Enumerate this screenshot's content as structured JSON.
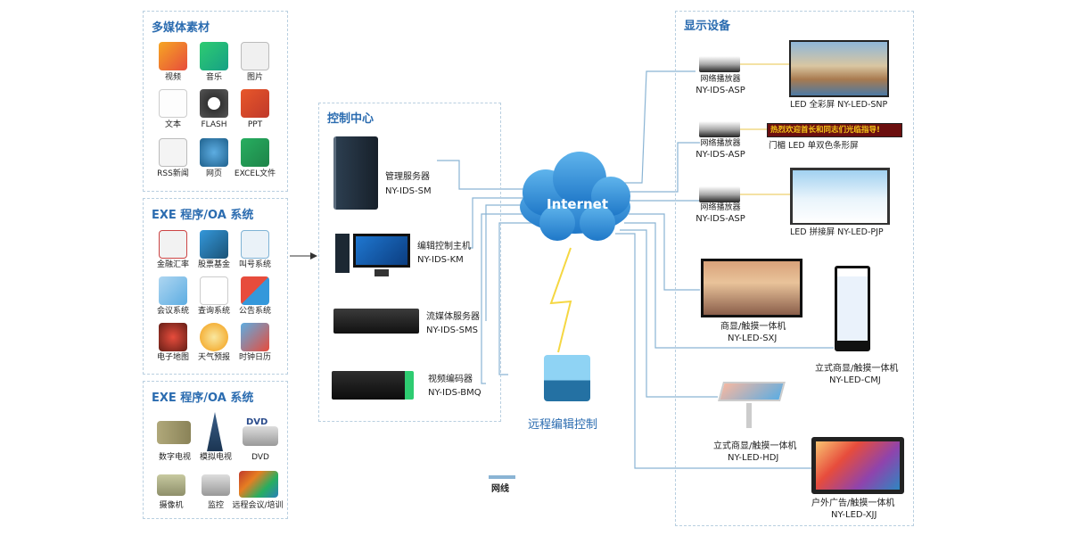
{
  "multimedia": {
    "title": "多媒体素材",
    "items": [
      "视频",
      "音乐",
      "图片",
      "文本",
      "FLASH",
      "PPT",
      "RSS新闻",
      "网页",
      "EXCEL文件"
    ]
  },
  "exe1": {
    "title": "EXE 程序/OA 系统",
    "items": [
      "金融汇率",
      "股票基金",
      "叫号系统",
      "会议系统",
      "查询系统",
      "公告系统",
      "电子地图",
      "天气预报",
      "时钟日历"
    ]
  },
  "exe2": {
    "title": "EXE 程序/OA 系统",
    "items": [
      "数字电视",
      "模拟电视",
      "DVD",
      "摄像机",
      "监控",
      "远程会议/培训"
    ],
    "dvd_logo": "DVD"
  },
  "control": {
    "title": "控制中心",
    "devices": [
      {
        "name": "管理服务器",
        "model": "NY-IDS-SM"
      },
      {
        "name": "编辑控制主机",
        "model": "NY-IDS-KM"
      },
      {
        "name": "流媒体服务器",
        "model": "NY-IDS-SMS"
      },
      {
        "name": "视频编码器",
        "model": "NY-IDS-BMQ"
      }
    ]
  },
  "internet": "Internet",
  "remote": "远程编辑控制",
  "legend": "网线",
  "display": {
    "title": "显示设备",
    "players": [
      {
        "name": "网络播放器",
        "model": "NY-IDS-ASP"
      },
      {
        "name": "网络播放器",
        "model": "NY-IDS-ASP"
      },
      {
        "name": "网络播放器",
        "model": "NY-IDS-ASP"
      }
    ],
    "screen1": "LED 全彩屏 NY-LED-SNP",
    "screen2_name": "门楣 LED 单双色条形屏",
    "ticker": "热烈欢迎首长和同志们光临指导!",
    "screen3": "LED 拼接屏 NY-LED-PJP",
    "sxj": {
      "name": "商显/触摸一体机",
      "model": "NY-LED-SXJ"
    },
    "cmj": {
      "name": "立式商显/触摸一体机",
      "model": "NY-LED-CMJ"
    },
    "hdj": {
      "name": "立式商显/触摸一体机",
      "model": "NY-LED-HDJ"
    },
    "xjj": {
      "name": "户外广告/触摸一体机",
      "model": "NY-LED-XJJ"
    }
  },
  "colors": {
    "accent": "#2b6cb0",
    "wire": "#8ab4d4",
    "ticker_text": "#f5c518",
    "lightning": "#f5d742"
  }
}
